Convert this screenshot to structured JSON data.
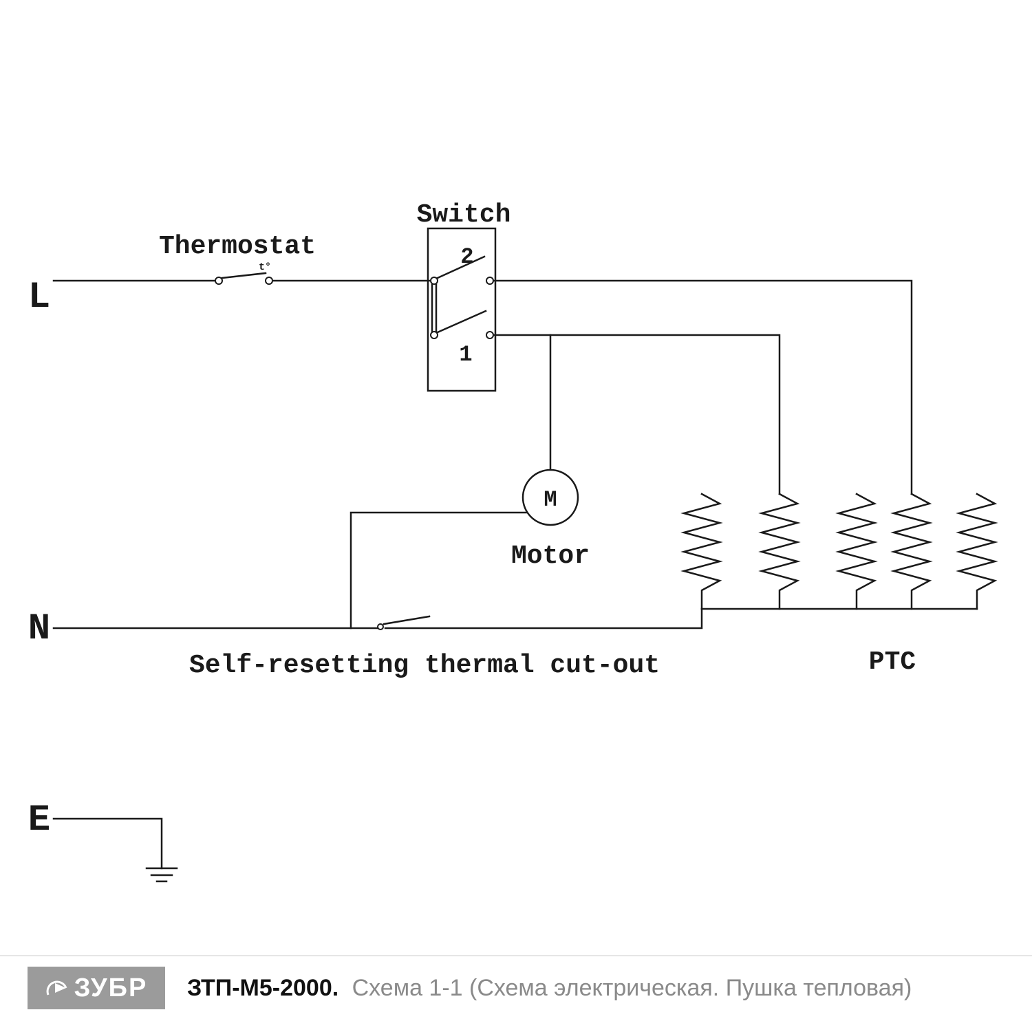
{
  "diagram": {
    "terminals": {
      "l": "L",
      "n": "N",
      "e": "E"
    },
    "thermostat": {
      "label": "Thermostat",
      "note": "t°"
    },
    "switch": {
      "label": "Switch",
      "position_2": "2",
      "position_1": "1"
    },
    "motor": {
      "symbol": "M",
      "label": "Motor"
    },
    "cutout_label": "Self-resetting thermal cut-out",
    "ptc_label": "PTC",
    "line_color": "#1a1a1a",
    "background_color": "#ffffff"
  },
  "footer": {
    "logo_text": "ЗУБР",
    "model": "ЗТП-М5-2000.",
    "caption": "Схема 1-1 (Схема электрическая. Пушка тепловая)",
    "logo_bg": "#9b9b9b",
    "model_color": "#111111",
    "caption_color": "#8a8a8a"
  }
}
